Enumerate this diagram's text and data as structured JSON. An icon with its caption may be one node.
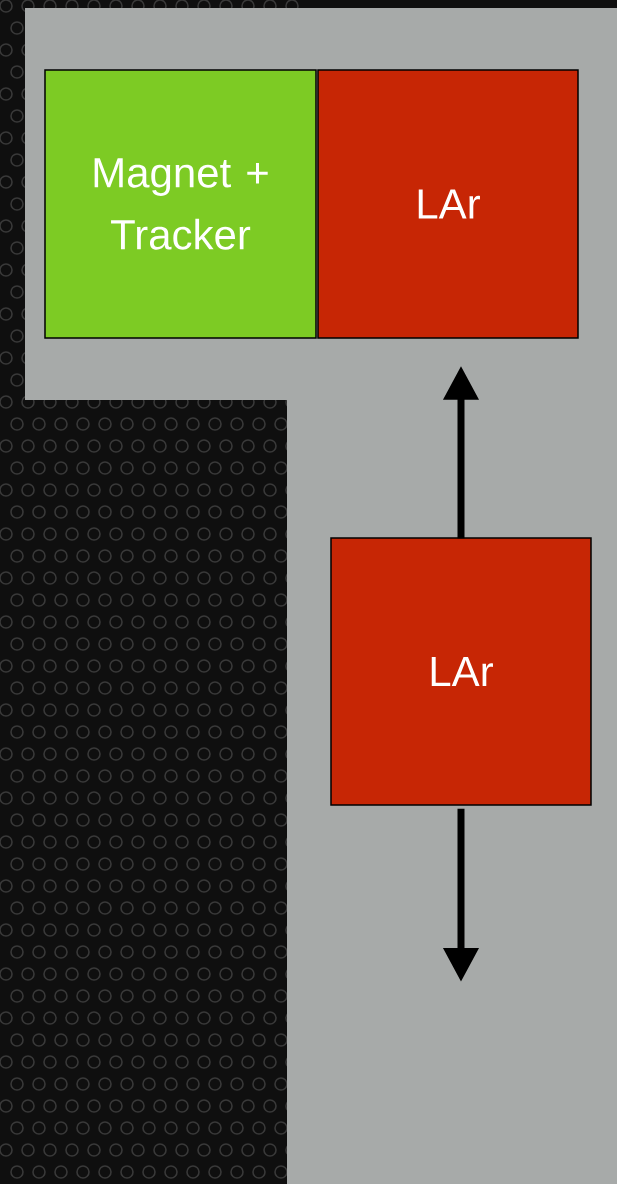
{
  "diagram": {
    "nodes": [
      {
        "text": [
          "Magnet + Tracker"
        ]
      },
      {
        "text": [
          "LAr"
        ]
      },
      {
        "text": [
          "LAr"
        ]
      }
    ],
    "edges": [
      {
        "from": 2,
        "to": 1,
        "arrow": "to"
      },
      {
        "from": 2,
        "to": null,
        "arrow": "to"
      }
    ]
  }
}
